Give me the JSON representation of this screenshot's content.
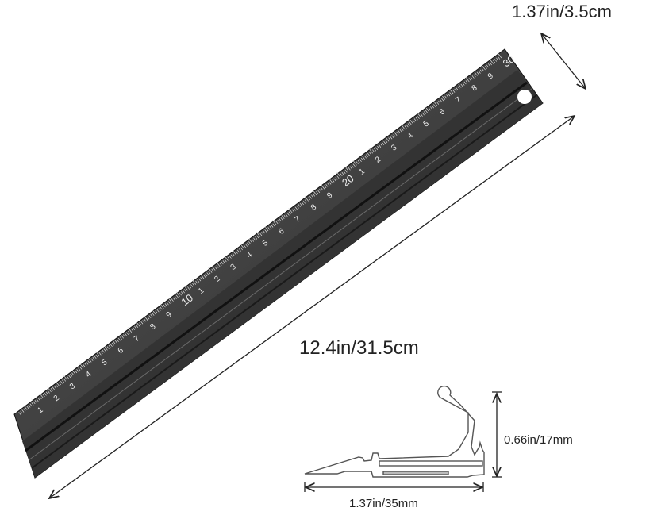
{
  "dimensions": {
    "width": "1.37in/3.5cm",
    "length": "12.4in/31.5cm",
    "profile_height": "0.66in/17mm",
    "profile_depth": "1.37in/35mm"
  },
  "ruler": {
    "color": "#3a3a3a",
    "scale_marks": [
      "1",
      "2",
      "3",
      "4",
      "5",
      "6",
      "7",
      "8",
      "9",
      "10",
      "1",
      "2",
      "3",
      "4",
      "5",
      "6",
      "7",
      "8",
      "9",
      "20",
      "1",
      "2",
      "3",
      "4",
      "5",
      "6",
      "7",
      "8",
      "9",
      "30"
    ]
  }
}
